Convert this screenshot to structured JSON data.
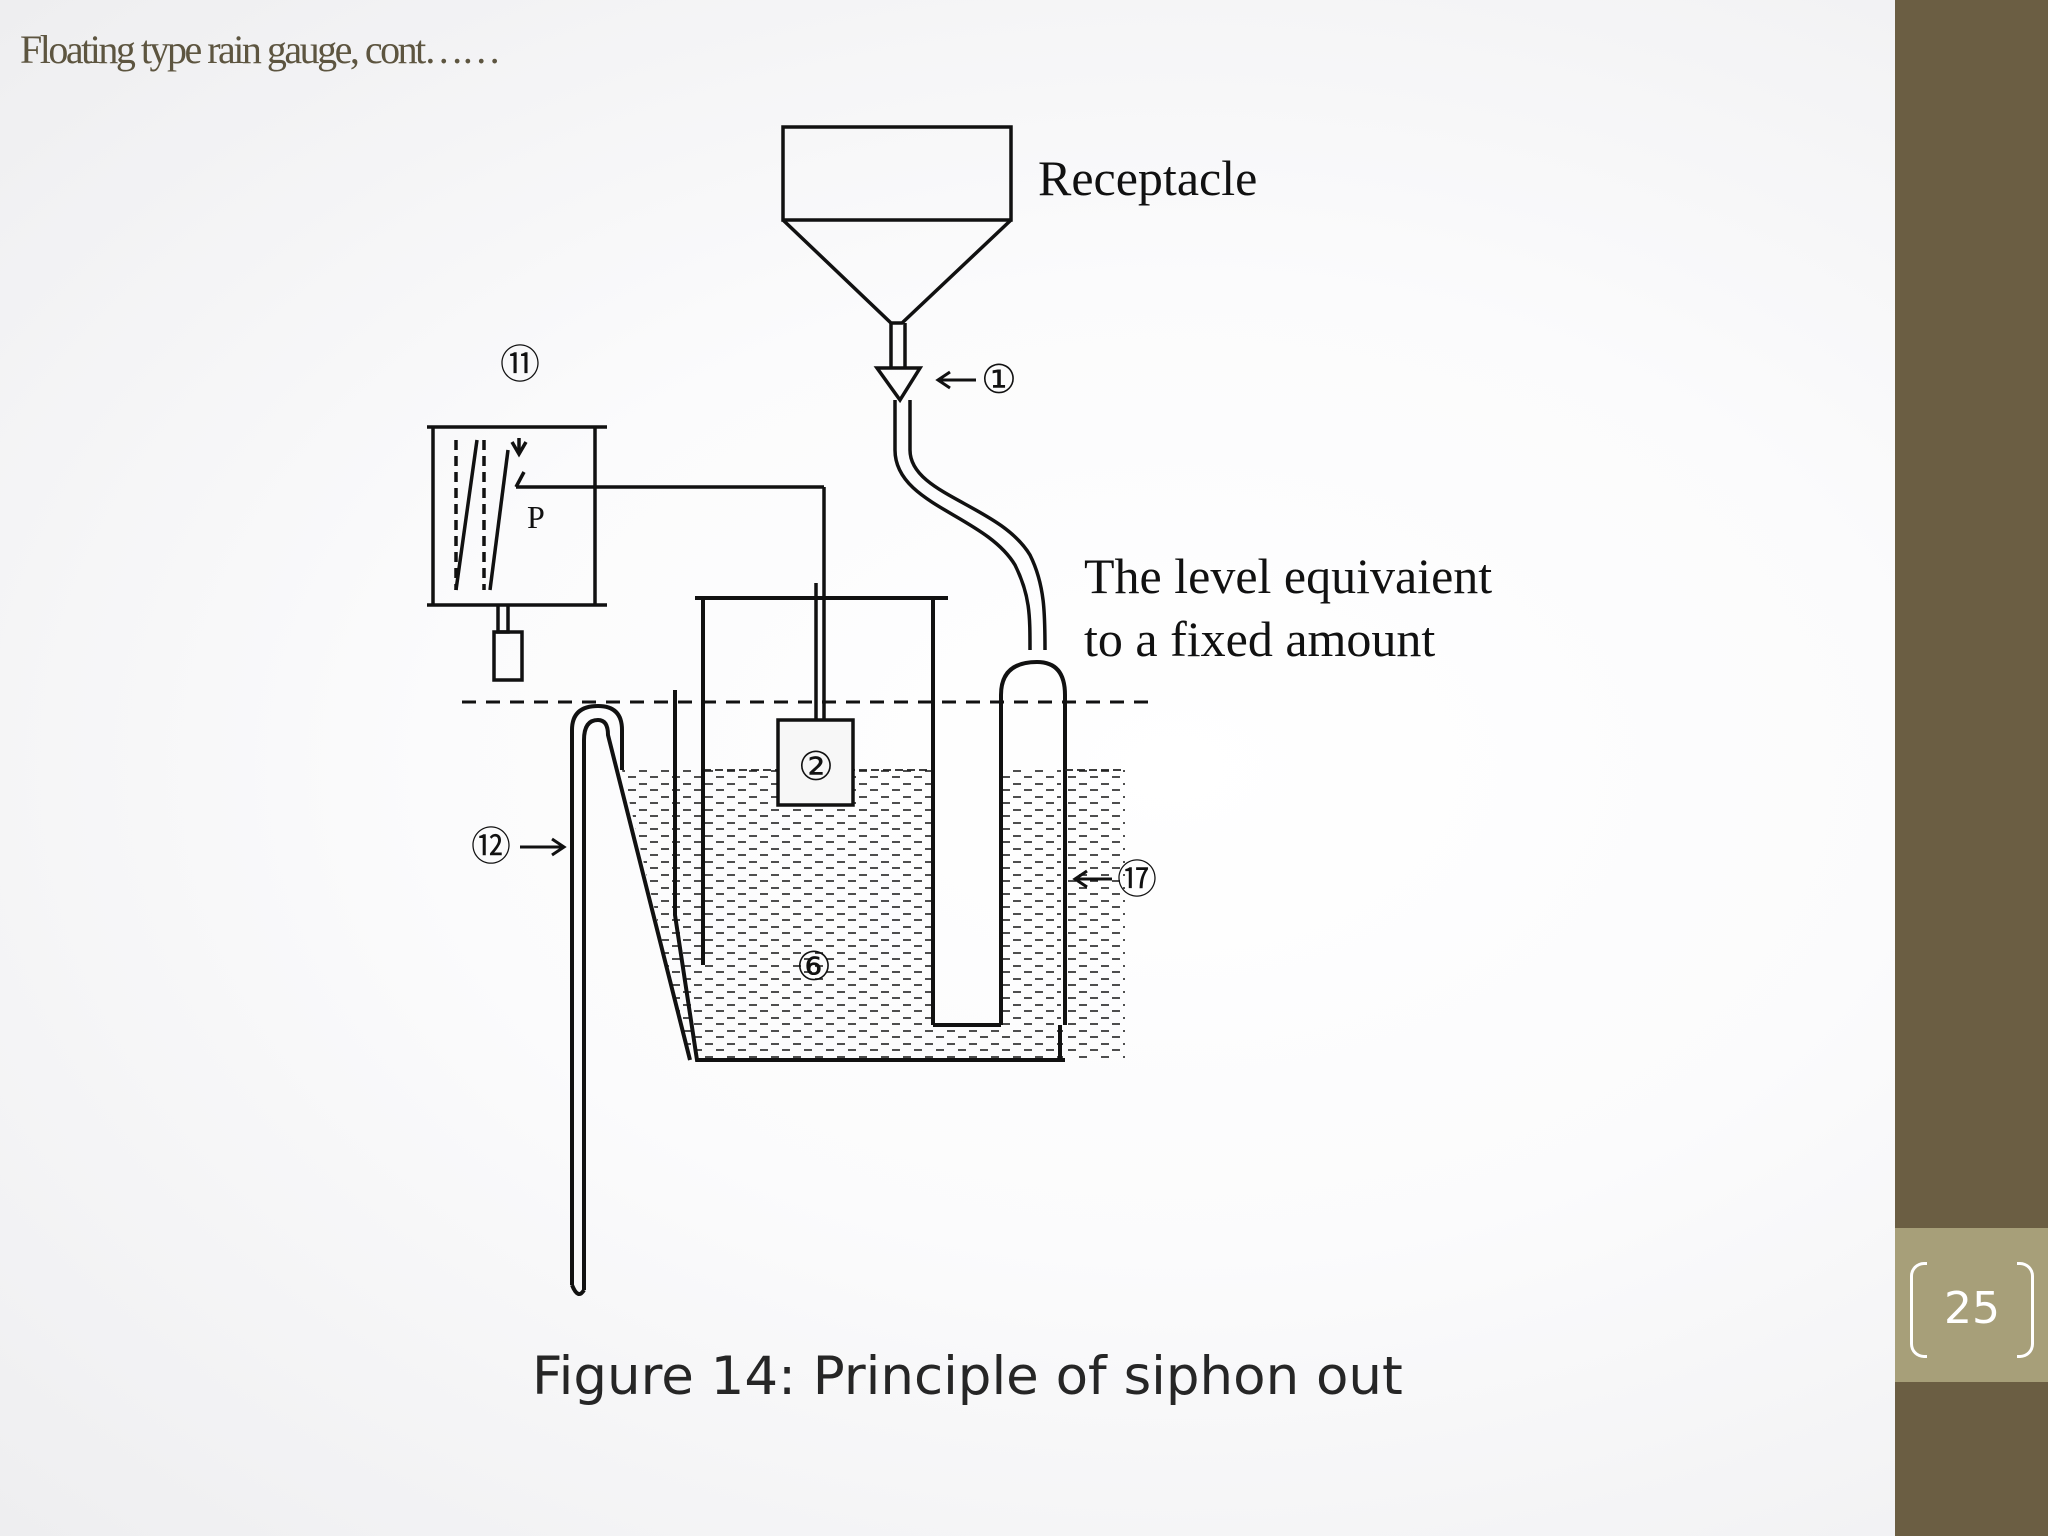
{
  "slide": {
    "title": "Floating type rain gauge, cont……",
    "page_number": "25"
  },
  "diagram": {
    "labels": {
      "receptacle": "Receptacle",
      "level_line1": "The level equivaient",
      "level_line2": "to a fixed amount",
      "pen": "P",
      "num_1": "①",
      "num_2": "②",
      "num_6": "⑥",
      "num_11": "⑪",
      "num_12": "⑫",
      "num_17": "⑰"
    }
  },
  "caption": "Figure 14: Principle of siphon out",
  "colors": {
    "band": "#6b5e43",
    "page_box": "#a79f79",
    "title_text": "#5d5540"
  }
}
